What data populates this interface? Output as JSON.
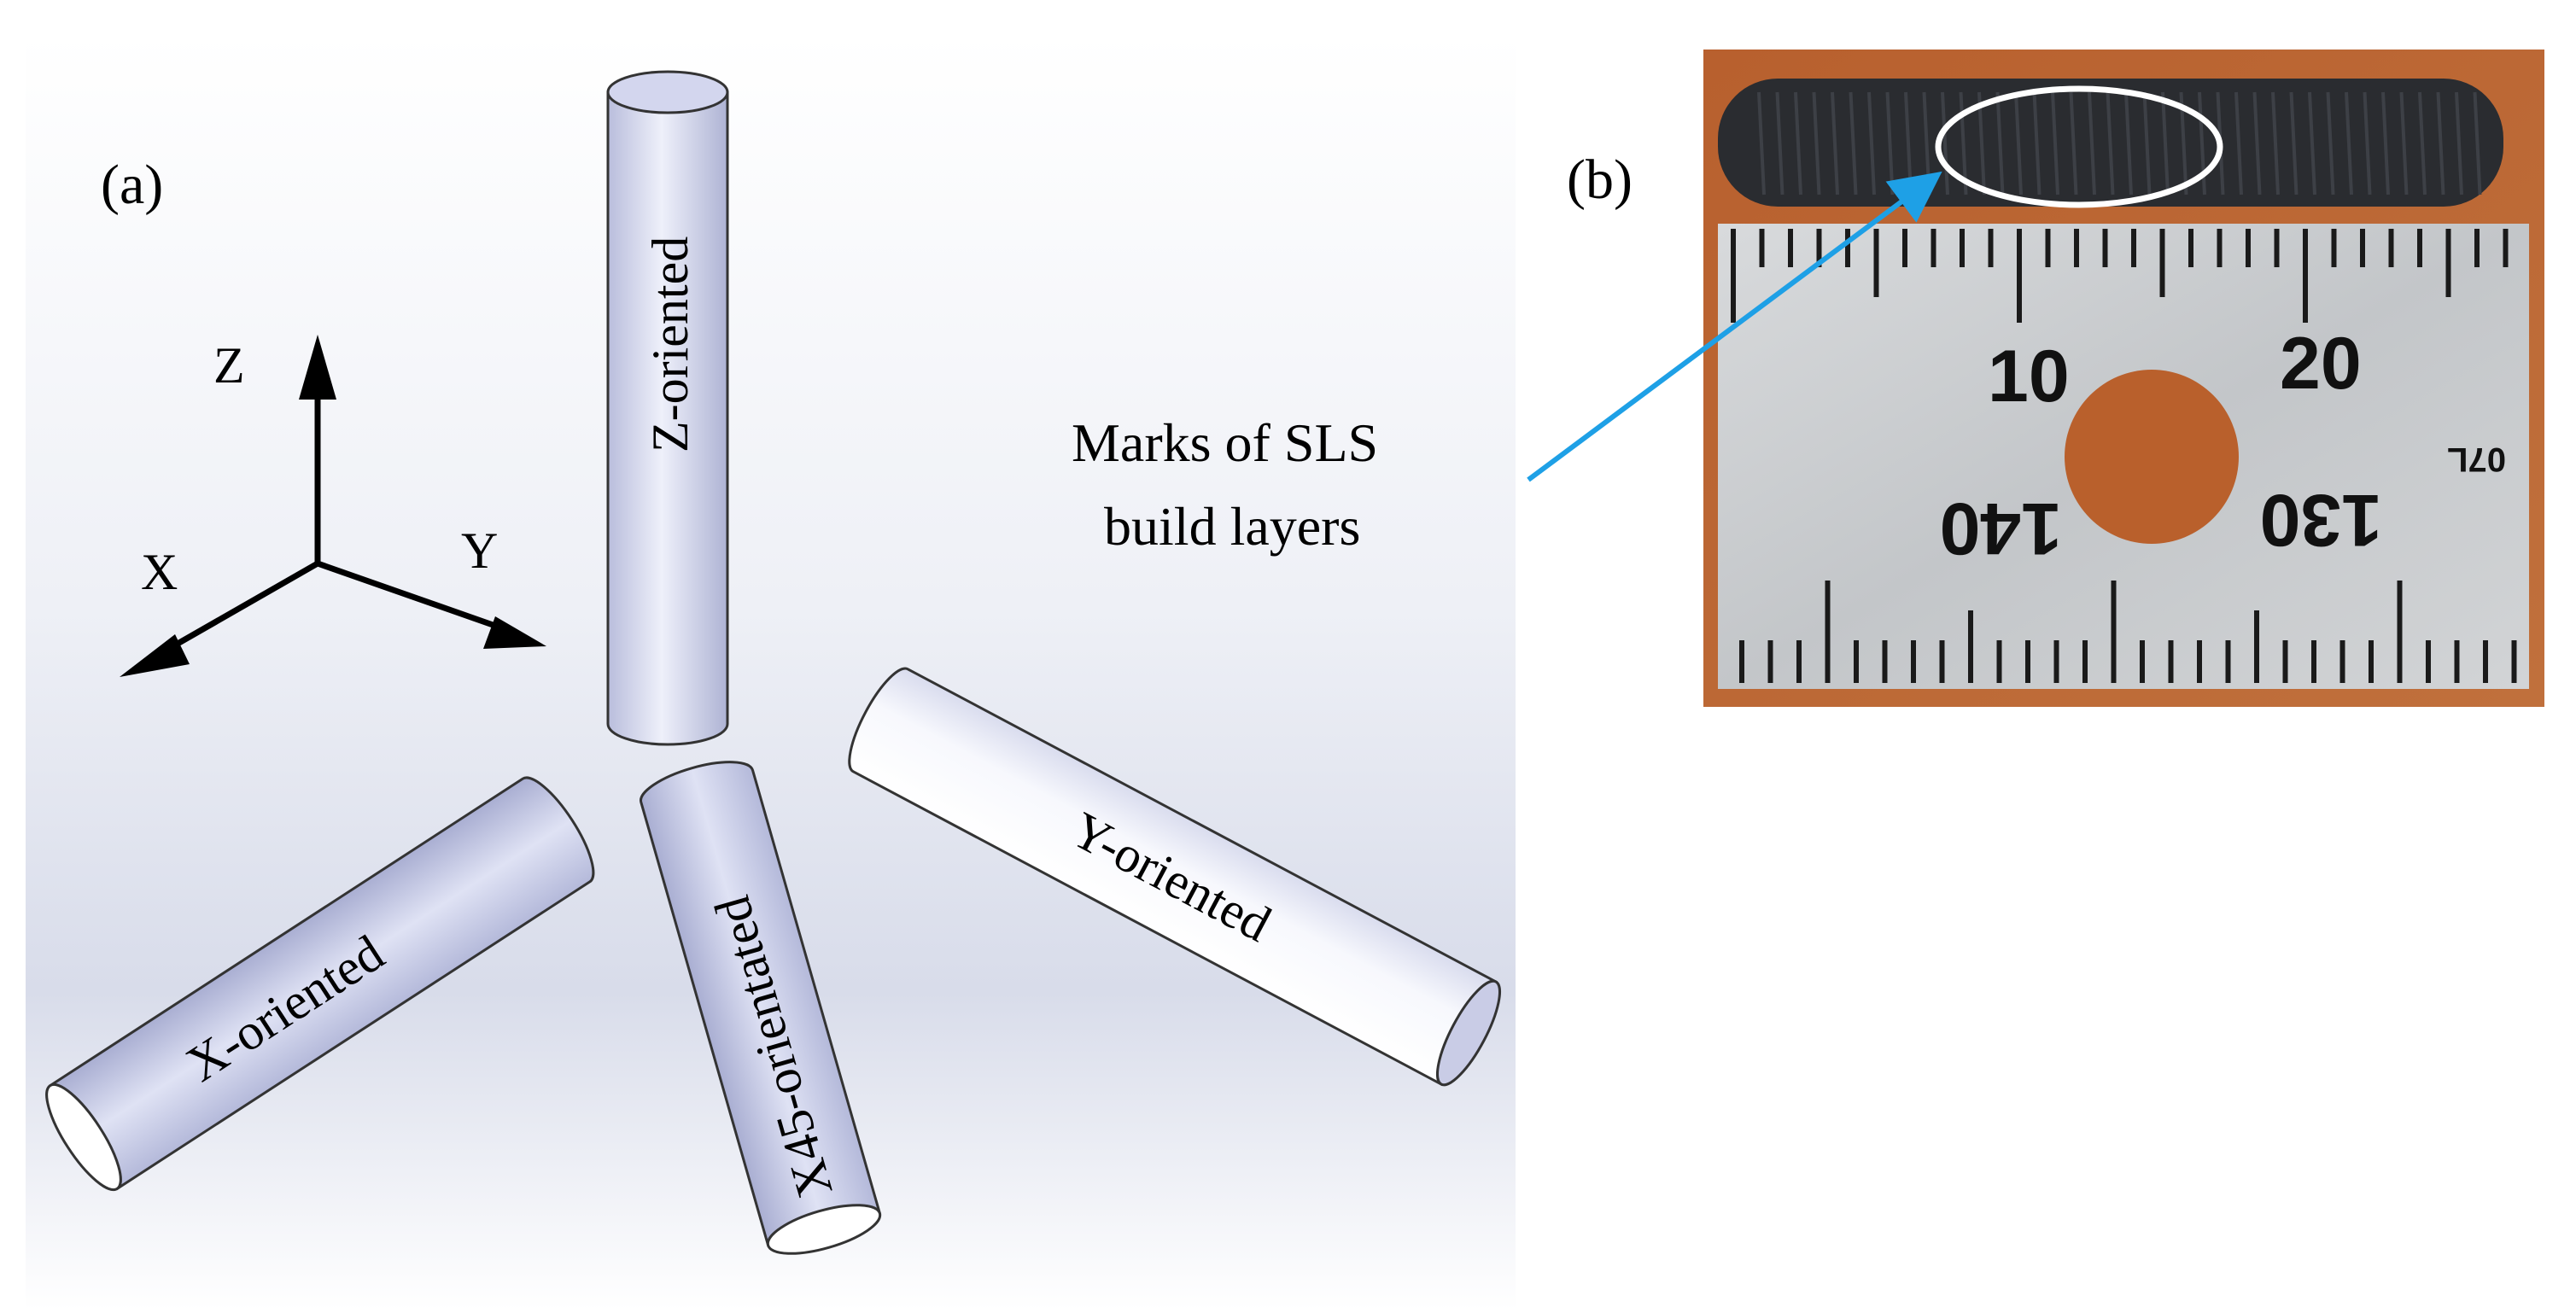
{
  "panel_a": {
    "label": "(a)",
    "axes": {
      "z": "Z",
      "x": "X",
      "y": "Y"
    },
    "rods": {
      "z": "Z-oriented",
      "x": "X-oriented",
      "x45": "X45-orientated",
      "y": "Y-oriented"
    }
  },
  "panel_b": {
    "label": "(b)",
    "annotation_line1": "Marks of SLS",
    "annotation_line2": "build layers",
    "ruler_upper": [
      "10",
      "20"
    ],
    "ruler_lower": [
      "140",
      "130"
    ],
    "ruler_small": "07L"
  },
  "colors": {
    "rod_fill": "#c9cce6",
    "rod_light": "#f4f5fc",
    "arrow": "#1ea0e6",
    "backdrop": "#dfe2ee",
    "background_photo": "#b85a2a",
    "ruler": "#cdd0d2",
    "sample": "#2a2c30"
  }
}
